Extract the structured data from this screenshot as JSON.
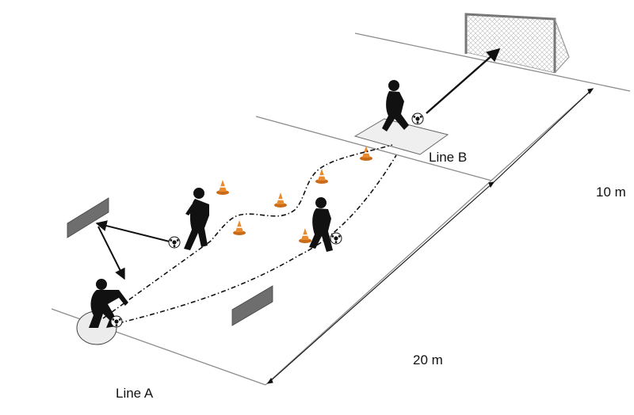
{
  "labels": {
    "line_a": "Line A",
    "line_b": "Line B",
    "distance_length": "20 m",
    "distance_width": "10 m"
  },
  "colors": {
    "ink": "#111111",
    "field_line": "#8c8c8c",
    "cone": "#e88a2e",
    "mini_goal": "#6e6e6e",
    "zone_fill": "#efefef"
  }
}
